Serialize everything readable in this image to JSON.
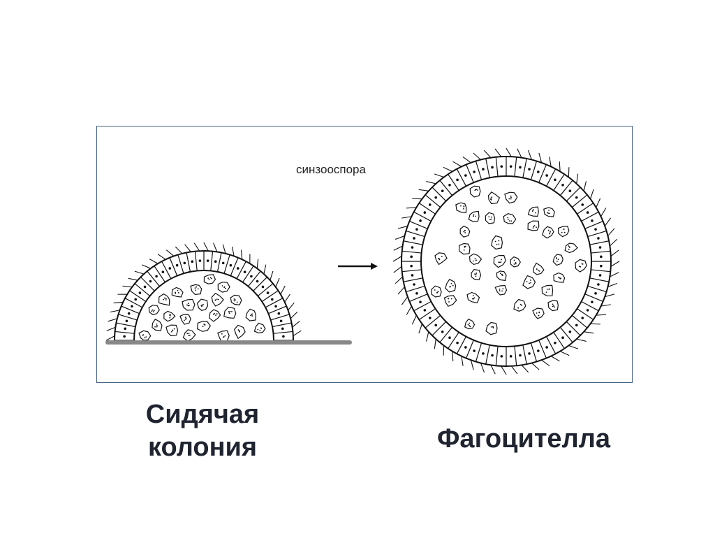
{
  "diagram": {
    "arrow_label": "синзооспора"
  },
  "captions": {
    "left_line1": "Сидячая",
    "left_line2": "колония",
    "right": "Фагоцителла"
  },
  "colors": {
    "border": "#3f5f7f",
    "ink": "#111111",
    "substrate": "#888888",
    "caption": "#1f2430"
  }
}
